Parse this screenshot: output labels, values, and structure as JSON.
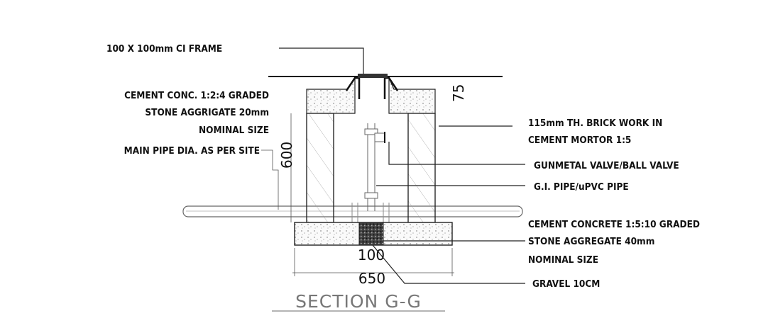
{
  "title": "SECTION G-G",
  "labels": {
    "ci_frame": "100 X 100mm CI FRAME",
    "cement_conc_1": "CEMENT CONC. 1:2:4 GRADED",
    "cement_conc_2": "STONE AGGRIGATE 20mm",
    "cement_conc_3": "NOMINAL SIZE",
    "main_pipe": "MAIN PIPE DIA. AS PER SITE",
    "brick_1": "115mm TH. BRICK WORK IN",
    "brick_2": "CEMENT MORTOR 1:5",
    "valve": "GUNMETAL VALVE/BALL VALVE",
    "pipe": "G.I. PIPE/uPVC PIPE",
    "base_1": "CEMENT CONCRETE 1:5:10 GRADED",
    "base_2": "STONE AGGREGATE 40mm",
    "base_3": "NOMINAL SIZE",
    "gravel": "GRAVEL 10CM"
  },
  "dimensions": {
    "top": "75",
    "height": "600",
    "gravel_width": "100",
    "base_width": "650"
  }
}
